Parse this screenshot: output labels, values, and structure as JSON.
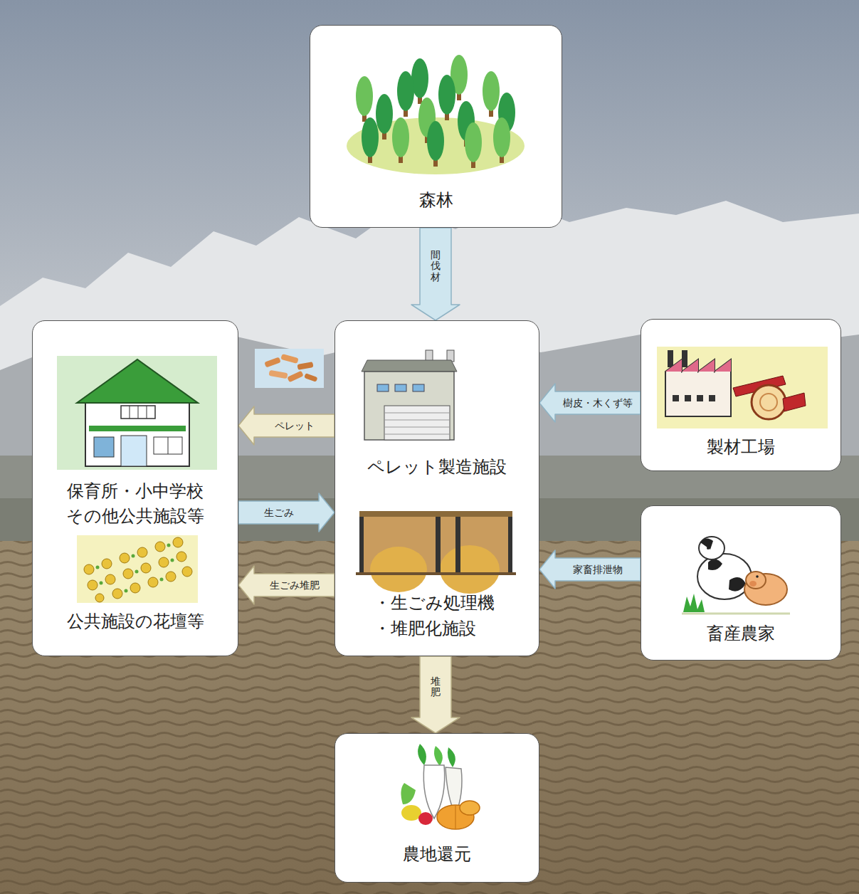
{
  "diagram": {
    "nodes": [
      {
        "text": [
          "森林"
        ]
      },
      {
        "text": [
          "保育所・小中学校 その他公共施設等",
          "公共施設の花壇等"
        ]
      },
      {
        "text": [
          "ペレット製造施設",
          "・生ごみ処理機 ・堆肥化施設"
        ]
      },
      {
        "text": [
          "製材工場"
        ]
      },
      {
        "text": [
          "畜産農家"
        ]
      },
      {
        "text": [
          "農地還元"
        ]
      }
    ],
    "edges": [
      {
        "from": 0,
        "to": 2,
        "label": "間伐材",
        "arrow": "to"
      },
      {
        "from": 2,
        "to": 1,
        "label": "ペレット",
        "arrow": "to"
      },
      {
        "from": 1,
        "to": 2,
        "label": "生ごみ",
        "arrow": "to"
      },
      {
        "from": 2,
        "to": 1,
        "label": "生ごみ堆肥",
        "arrow": "to"
      },
      {
        "from": 3,
        "to": 2,
        "label": "樹皮・木くず等",
        "arrow": "to"
      },
      {
        "from": 4,
        "to": 2,
        "label": "家畜排泄物",
        "arrow": "to"
      },
      {
        "from": 2,
        "to": 5,
        "label": "堆肥",
        "arrow": "to"
      }
    ]
  }
}
